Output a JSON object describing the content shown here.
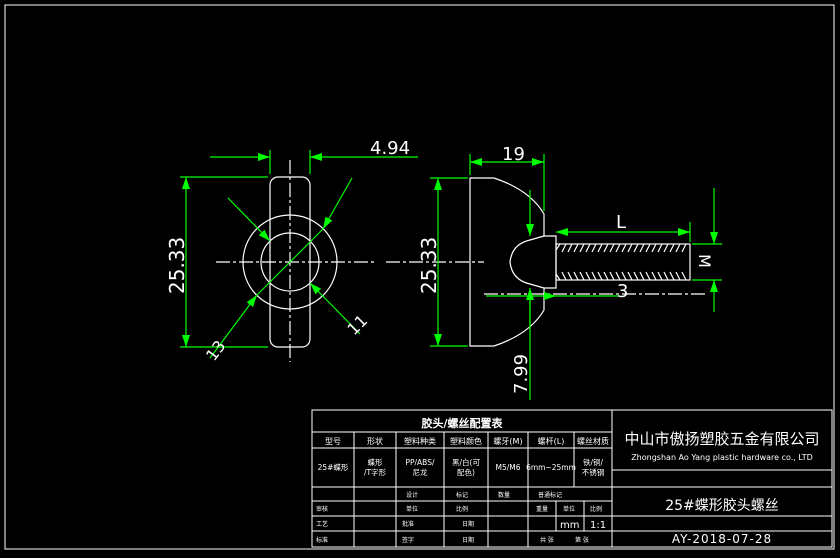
{
  "dimensions": {
    "width_top": "4.94",
    "height_left": "25.33",
    "hole_dia": "13",
    "slot_width": "11",
    "head_width": "19",
    "height_right": "25.33",
    "neck_height": "7.99",
    "thread_length": "L",
    "thread_offset": "3",
    "thread_dia": "M"
  },
  "config_table": {
    "title": "胶头/螺丝配置表",
    "headers": [
      "型号",
      "形状",
      "塑料种类",
      "塑料颜色",
      "螺牙(M)",
      "螺杆(L)",
      "螺丝材质"
    ],
    "row": [
      "25#蝶形",
      "蝶形\n/T字形",
      "PP/ABS/\n尼龙",
      "黑/白(可\n配色)",
      "M5/M6",
      "6mm~25mm",
      "铁/铜/\n不锈钢"
    ],
    "small_labels": {
      "r1c1": "设计",
      "r1c3": "标记",
      "r1c5": "数量",
      "r1c7": "普通标记",
      "r2c1": "审核",
      "r2c3": "单位",
      "r2c5": "比例",
      "r2c7": "重量",
      "r2c8": "单位",
      "r2c9": "比例",
      "r3c1": "工艺",
      "r3c3": "批准",
      "r3c5": "日期",
      "r4c1": "标准",
      "r4c3": "签字",
      "r4c5": "日期",
      "r4c6": "共 张",
      "r4c7": "第 张",
      "unit": "mm",
      "scale": "1:1"
    }
  },
  "company": {
    "name_cn": "中山市傲扬塑胶五金有限公司",
    "name_en": "Zhongshan Ao Yang plastic hardware co., LTD"
  },
  "part_name": "25#蝶形胶头螺丝",
  "drawing_number": "AY-2018-07-28"
}
